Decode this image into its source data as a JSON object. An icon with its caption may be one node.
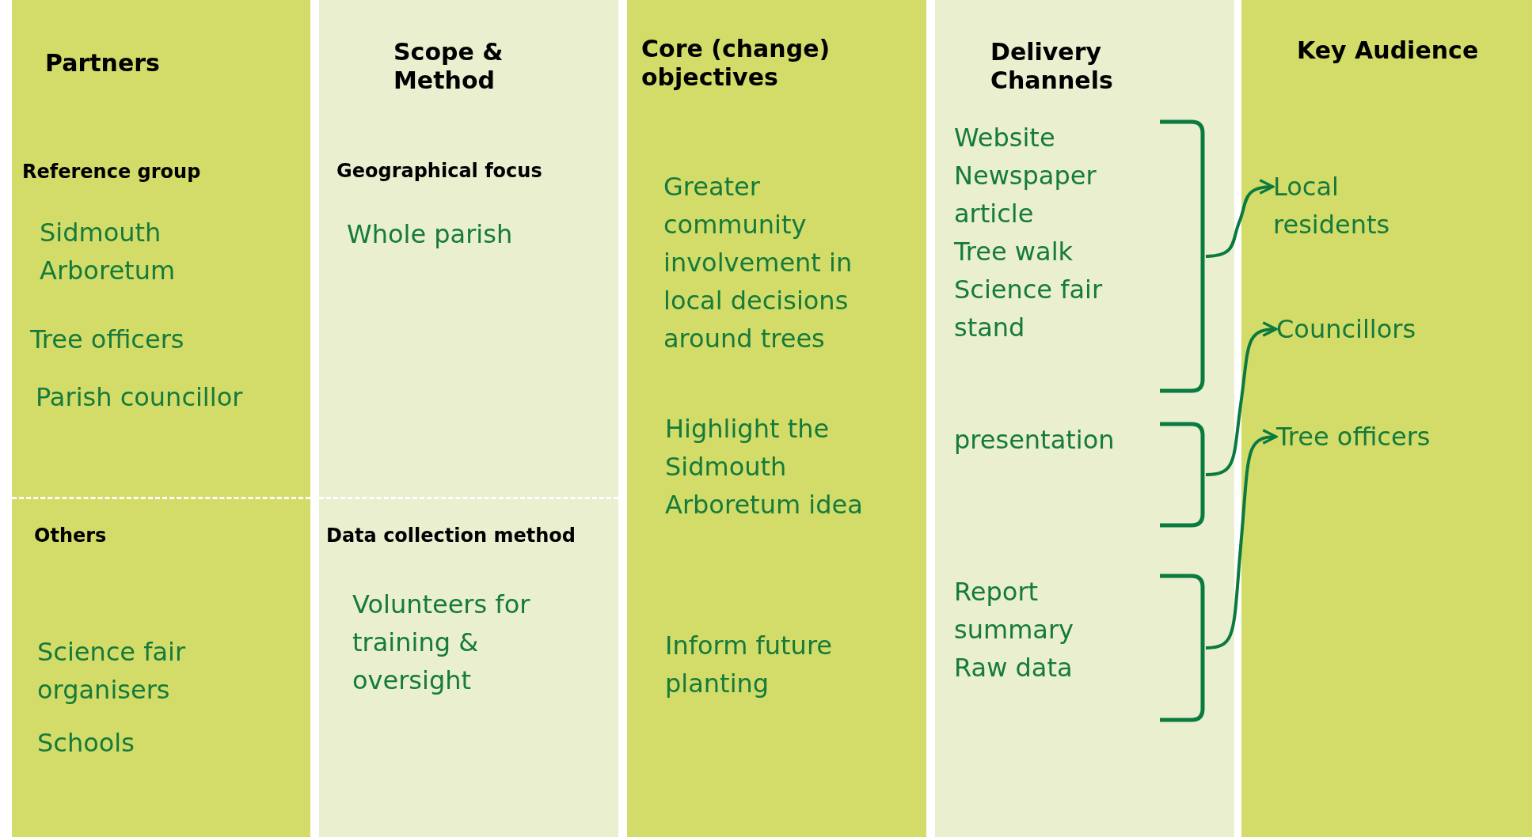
{
  "diagram": {
    "nodes": [
      {
        "text": [
          "Partners"
        ]
      },
      {
        "text": [
          "Scope & Method"
        ]
      },
      {
        "text": [
          "Core (change) objectives"
        ]
      },
      {
        "text": [
          "Delivery Channels"
        ]
      },
      {
        "text": [
          "Key Audience"
        ]
      },
      {
        "text": [
          "Website",
          "Newspaper article",
          "Tree walk",
          "Science fair stand"
        ],
        "in": 3
      },
      {
        "text": [
          "presentation"
        ],
        "in": 3
      },
      {
        "text": [
          "Report summary",
          "Raw data"
        ],
        "in": 3
      },
      {
        "text": [
          "Local residents"
        ],
        "in": 4
      },
      {
        "text": [
          "Councillors"
        ],
        "in": 4
      },
      {
        "text": [
          "Tree officers"
        ],
        "in": 4
      }
    ],
    "edges": [
      {
        "from": 5,
        "to": 8,
        "arrow": "to"
      },
      {
        "from": 6,
        "to": 9,
        "arrow": "to"
      },
      {
        "from": 7,
        "to": 10,
        "arrow": "to"
      }
    ],
    "labels": [
      "Reference group",
      "Sidmouth Arboretum",
      "Tree officers",
      "Parish councillor",
      "Others",
      "Science fair organisers",
      "Schools",
      "Geographical focus",
      "Whole parish",
      "Data collection method",
      "Volunteers for training & oversight",
      "Greater community involvement in local decisions around trees",
      "Highlight the Sidmouth Arboretum idea",
      "Inform future planting"
    ]
  }
}
